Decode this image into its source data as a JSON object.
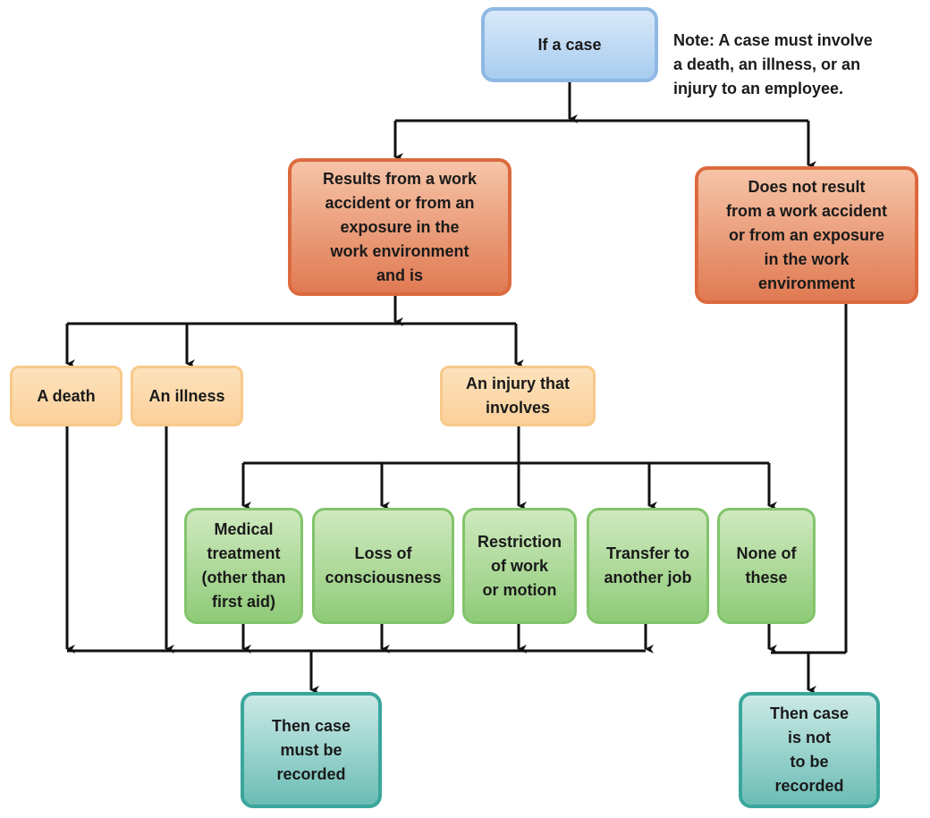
{
  "start": {
    "text": "If a case"
  },
  "note": {
    "text": "Note: A case must involve\na death, an illness, or an\ninjury to an employee."
  },
  "work_related": {
    "text": "Results from a work\naccident or from an\nexposure in the\nwork environment\nand is"
  },
  "not_work_related": {
    "text": "Does not result\nfrom a work accident\nor from an exposure\nin the work\nenvironment"
  },
  "outcomes": {
    "death": "A death",
    "illness": "An illness",
    "injury": "An injury that\ninvolves"
  },
  "injury_criteria": {
    "medical": "Medical\ntreatment\n(other than\nfirst aid)",
    "consciousness": "Loss of\nconsciousness",
    "restriction": "Restriction\nof work\nor motion",
    "transfer": "Transfer to\nanother job",
    "none": "None of\nthese"
  },
  "results": {
    "recorded": "Then case\nmust be\nrecorded",
    "not_recorded": "Then case\nis not\nto be\nrecorded"
  },
  "colors": {
    "connector": "#111111",
    "start_fill": "#a8cdf0",
    "work_fill": "#e07a52",
    "outcome_fill": "#fbd09a",
    "criteria_fill": "#8fcb78",
    "result_fill": "#6bbdb5"
  }
}
